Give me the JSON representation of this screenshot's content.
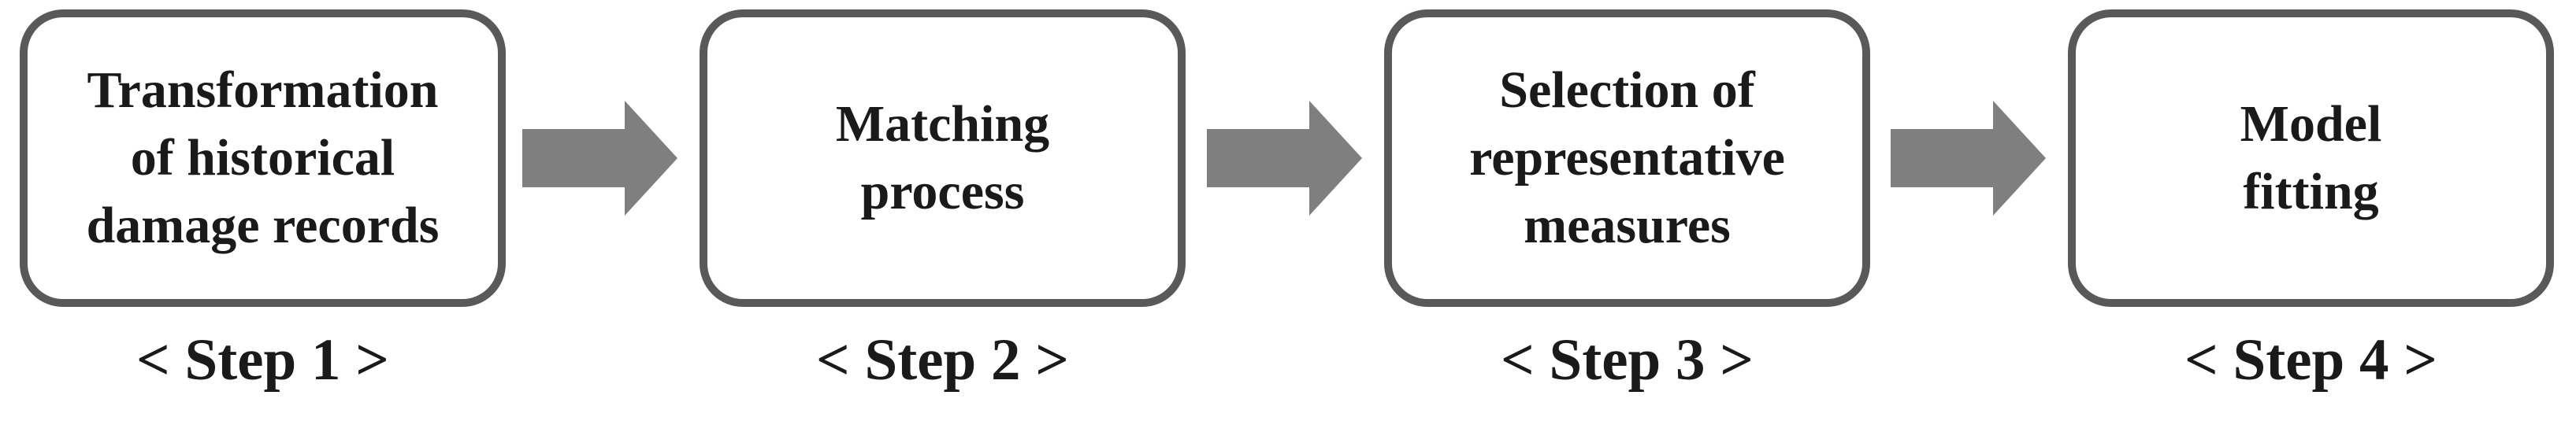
{
  "diagram": {
    "title": "Four-step modeling process flowchart",
    "colors": {
      "background": "#ffffff",
      "box_border": "#595959",
      "arrow": "#7f7f7f",
      "text": "#1a1a1a"
    },
    "steps": [
      {
        "label_lines": [
          "Transformation",
          "of historical",
          "damage records"
        ],
        "caption": "< Step 1 >"
      },
      {
        "label_lines": [
          "Matching",
          "process"
        ],
        "caption": "< Step 2 >"
      },
      {
        "label_lines": [
          "Selection of",
          "representative",
          "measures"
        ],
        "caption": "< Step 3 >"
      },
      {
        "label_lines": [
          "Model",
          "fitting"
        ],
        "caption": "< Step 4 >"
      }
    ],
    "connectors": [
      {
        "icon": "right-block-arrow",
        "from": "Step 1",
        "to": "Step 2"
      },
      {
        "icon": "right-block-arrow",
        "from": "Step 2",
        "to": "Step 3"
      },
      {
        "icon": "right-block-arrow",
        "from": "Step 3",
        "to": "Step 4"
      }
    ]
  }
}
